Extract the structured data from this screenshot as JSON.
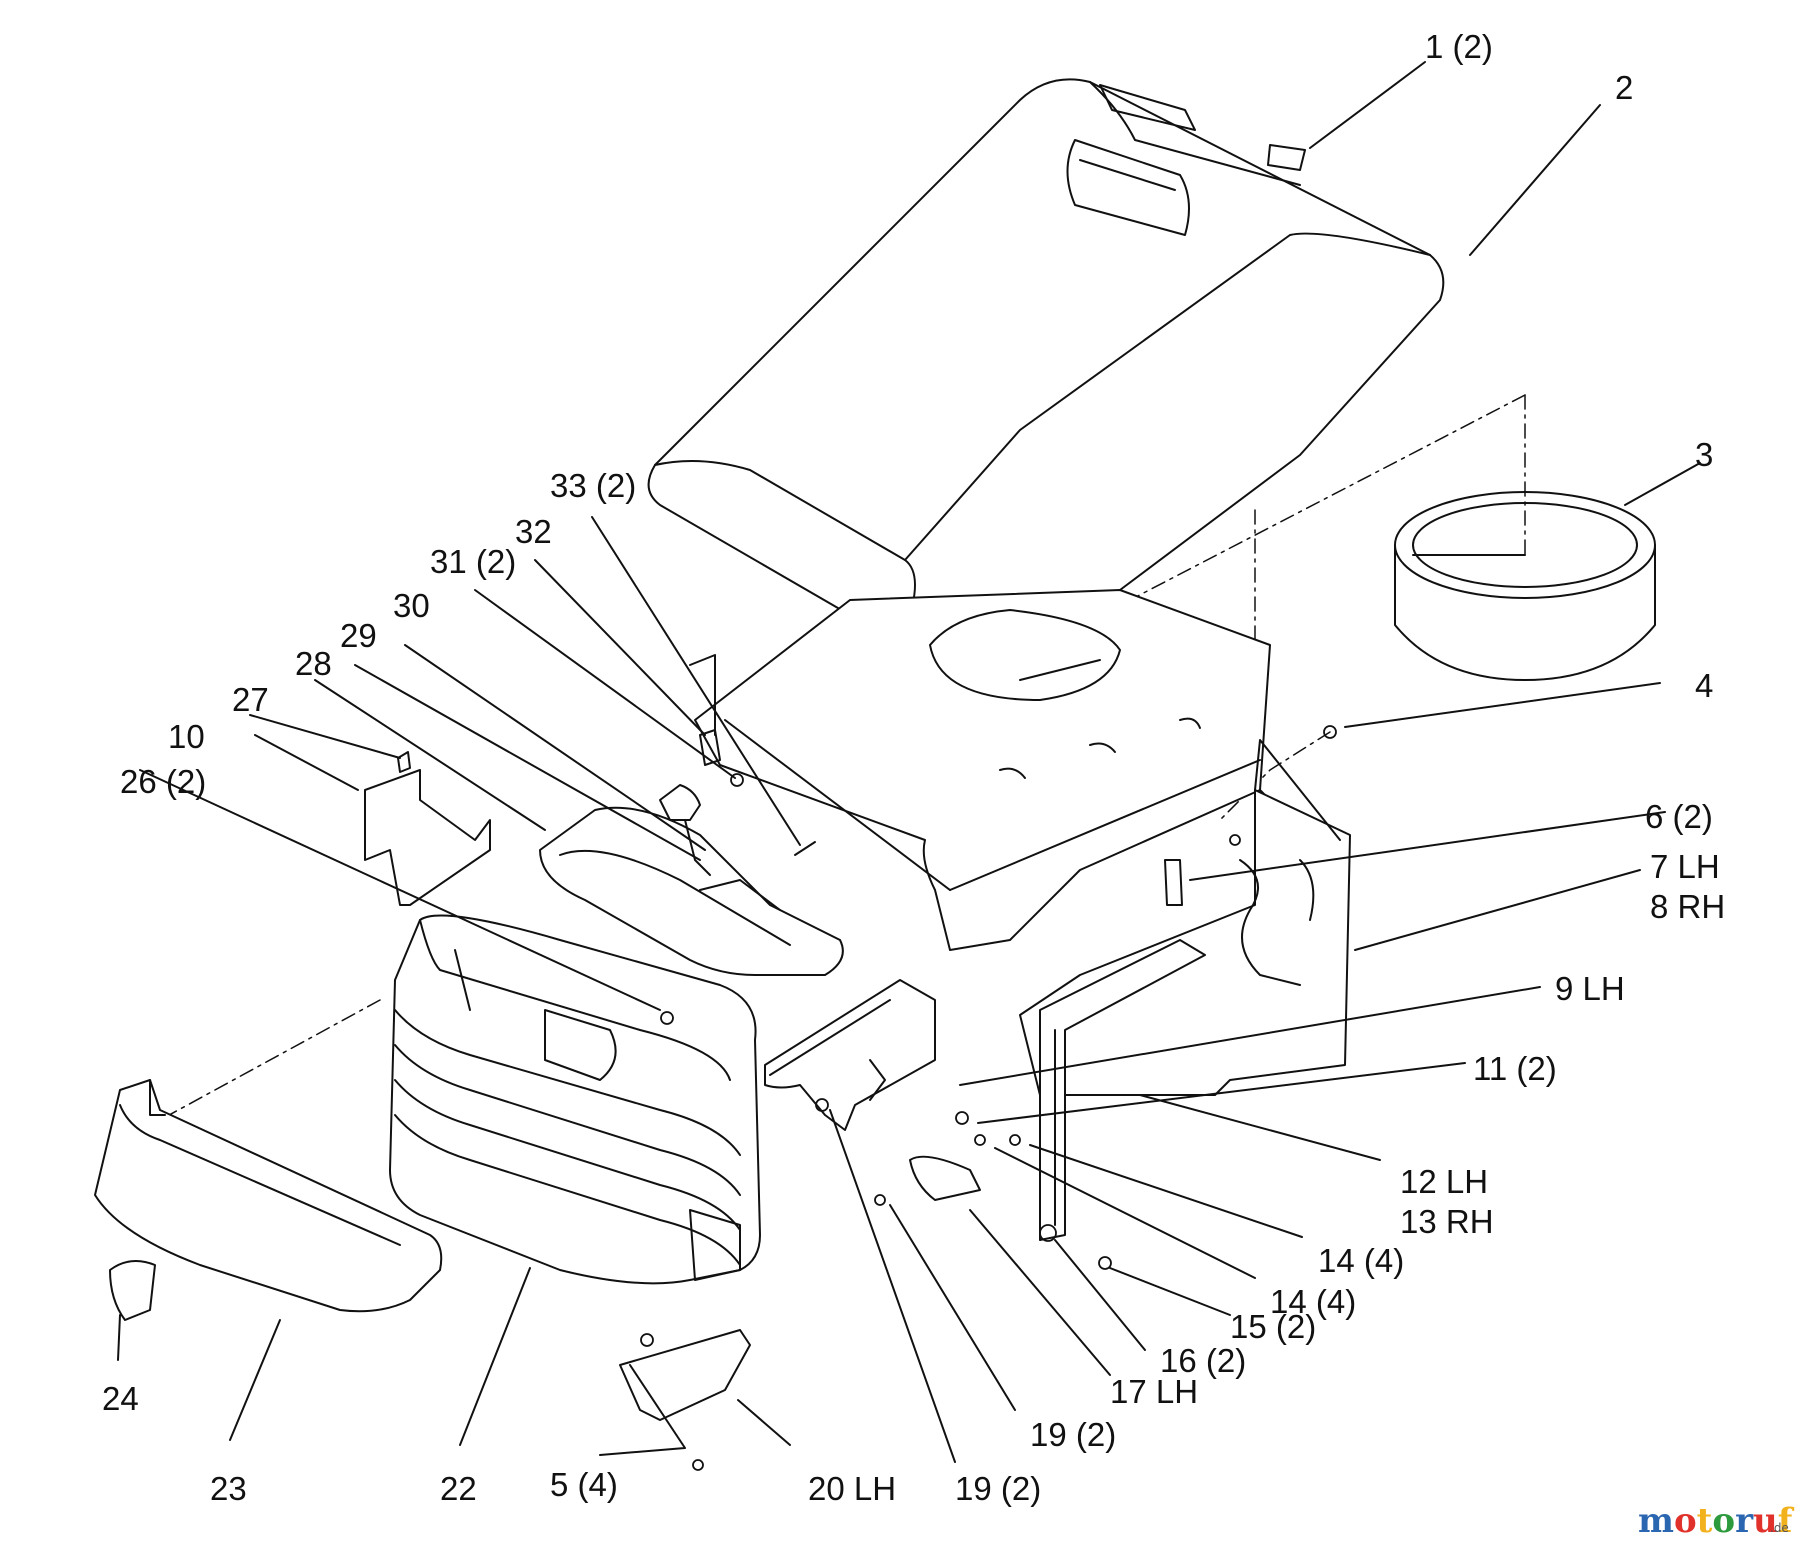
{
  "labels": {
    "p1": "1 (2)",
    "p2": "2",
    "p3": "3",
    "p4": "4",
    "p5": "5 (4)",
    "p6": "6 (2)",
    "p7": "7 LH",
    "p8": "8 RH",
    "p9": "9 LH",
    "p10": "10",
    "p11": "11 (2)",
    "p12": "12 LH",
    "p13": "13 RH",
    "p14a": "14 (4)",
    "p14b": "14 (4)",
    "p15": "15 (2)",
    "p16": "16 (2)",
    "p17": "17 LH",
    "p19a": "19 (2)",
    "p19b": "19 (2)",
    "p20": "20 LH",
    "p22": "22",
    "p23": "23",
    "p24": "24",
    "p26": "26 (2)",
    "p27": "27",
    "p28": "28",
    "p29": "29",
    "p30": "30",
    "p31": "31 (2)",
    "p32": "32",
    "p33": "33 (2)"
  },
  "watermark": {
    "text": "motoruf",
    "suffix": ".de",
    "colors": [
      "#2b66b0",
      "#e0312b",
      "#f2b21d",
      "#2c9a3d",
      "#2b66b0",
      "#e0312b",
      "#f2b21d"
    ]
  }
}
